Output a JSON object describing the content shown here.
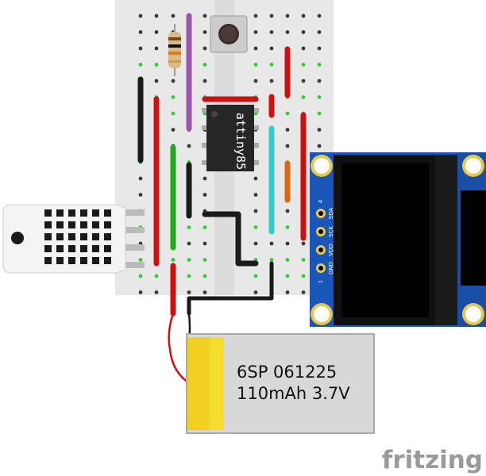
{
  "chip": {
    "label": "attiny85"
  },
  "battery": {
    "line1": "6SP 061225",
    "line2": "110mAh 3.7V"
  },
  "oled": {
    "pins": [
      "GND",
      "VDD",
      "SCK",
      "SDA"
    ],
    "pin_numbers": [
      "1",
      "4"
    ]
  },
  "brand": {
    "name": "fritzing"
  },
  "colors": {
    "board": "#e8e8e8",
    "hole": "#3a3a3a",
    "hole_active": "#33cc33",
    "wire_red": "#cc1111",
    "wire_black": "#1a1a1a",
    "wire_green": "#22aa22",
    "wire_purple": "#9955aa",
    "wire_cyan": "#33cccc",
    "wire_orange": "#dd6611",
    "oled_pcb": "#1a56b8",
    "battery_body": "#d8d8d8",
    "battery_tab": "#f0d020",
    "brand": "#9a9a9a"
  }
}
